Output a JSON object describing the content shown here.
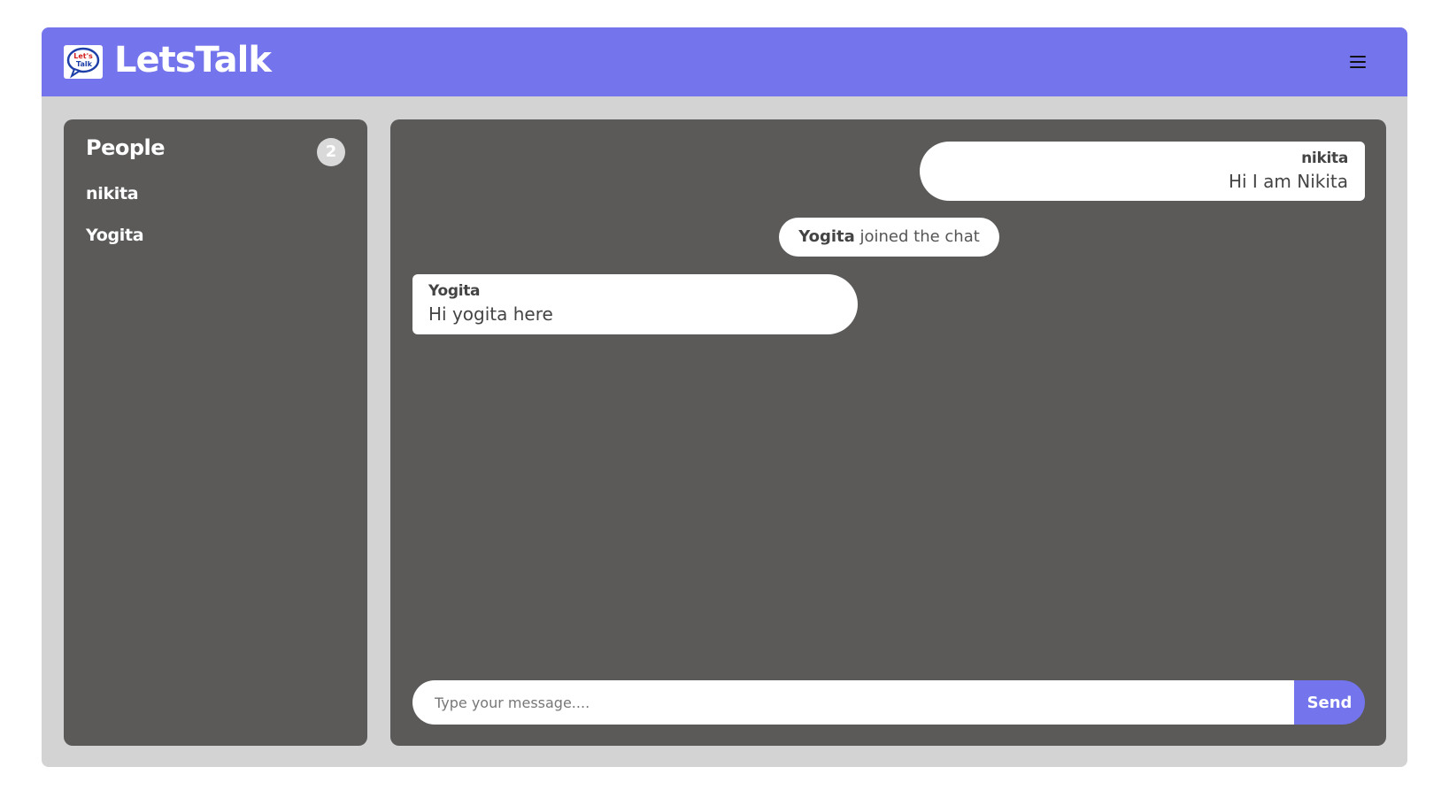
{
  "header": {
    "logo_text_top": "Let's",
    "logo_text_bottom": "Talk",
    "title": "LetsTalk",
    "menu_icon": "hamburger-menu-icon"
  },
  "sidebar": {
    "title": "People",
    "count": "2",
    "people": [
      "nikita",
      "Yogita"
    ]
  },
  "chat": {
    "messages": [
      {
        "author": "nikita",
        "text": "Hi I am Nikita",
        "side": "right"
      },
      {
        "author": "Yogita",
        "text": "Hi yogita here",
        "side": "left"
      }
    ],
    "system": {
      "name": "Yogita",
      "text": " joined the chat"
    },
    "input_placeholder": "Type your message....",
    "send_label": "Send"
  },
  "colors": {
    "accent": "#7475ec",
    "panel": "#5b5a59",
    "frame": "#d3d3d3",
    "bubble": "#ffffff"
  }
}
